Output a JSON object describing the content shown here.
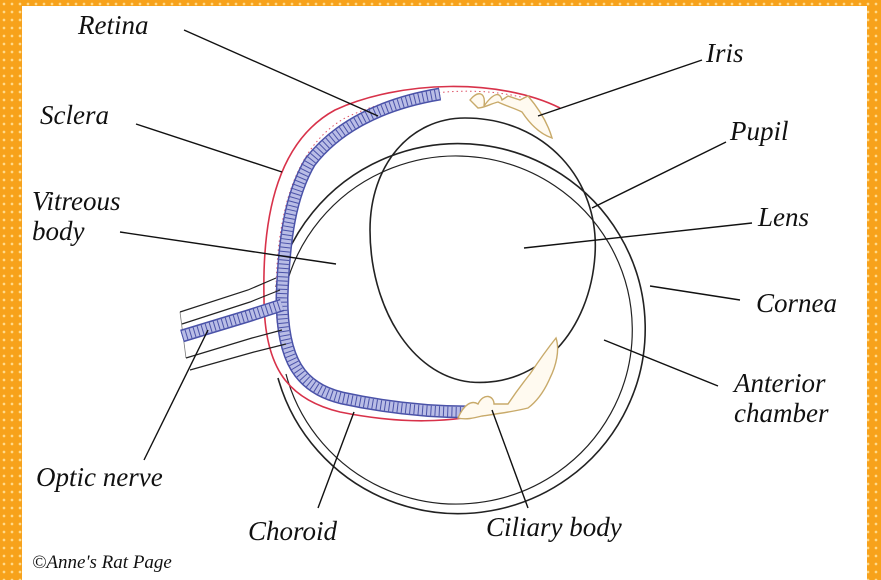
{
  "labels": {
    "retina": "Retina",
    "iris": "Iris",
    "sclera": "Sclera",
    "pupil": "Pupil",
    "vitreous_body": "Vitreous\nbody",
    "lens": "Lens",
    "cornea": "Cornea",
    "anterior_chamber": "Anterior\nchamber",
    "optic_nerve": "Optic nerve",
    "choroid": "Choroid",
    "ciliary_body": "Ciliary body"
  },
  "credit": "©Anne's Rat Page",
  "colors": {
    "frame": "#f7a21b",
    "frame_dots": "#ffd98a",
    "background": "#ffffff",
    "outline": "#222222",
    "choroid": "#d8324a",
    "retina_fill": "#b9bde6",
    "retina_stroke": "#4a52a8",
    "iris_ciliary": "#c8aa6a"
  }
}
